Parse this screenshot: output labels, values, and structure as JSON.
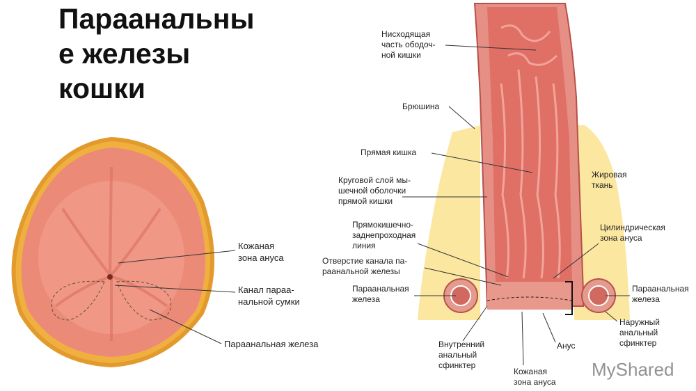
{
  "title": "Параанальные железы кошки",
  "title_lines": [
    "Параанальны",
    "е железы",
    "кошки"
  ],
  "left_labels": {
    "skin_zone": [
      "Кожаная",
      "зона ануса"
    ],
    "sac_canal": [
      "Канал параа-",
      "нальной сумки"
    ],
    "gland": "Параанальная железа"
  },
  "right_labels": {
    "descending_colon": [
      "Нисходящая",
      "часть ободоч-",
      "ной кишки"
    ],
    "peritoneum": "Брюшина",
    "rectum": "Прямая кишка",
    "circular_layer": [
      "Круговой слой мы-",
      "шечной оболочки",
      "прямой кишки"
    ],
    "anorectal_line": [
      "Прямокишечно-",
      "заднепроходная",
      "линия"
    ],
    "canal_opening": [
      "Отверстие канала па-",
      "раанальной железы"
    ],
    "gland_left": [
      "Параанальная",
      "железа"
    ],
    "internal_sphincter": [
      "Внутренний",
      "анальный",
      "сфинктер"
    ],
    "skin_zone": [
      "Кожаная",
      "зона ануса"
    ],
    "anus": "Анус",
    "external_sphincter": [
      "Наружный",
      "анальный",
      "сфинктер"
    ],
    "gland_right": [
      "Параанальная",
      "железа"
    ],
    "columnar_zone": [
      "Цилиндрическая",
      "зона ануса"
    ],
    "fat_tissue": [
      "Жировая",
      "ткань"
    ]
  },
  "watermark": "MyShared"
}
